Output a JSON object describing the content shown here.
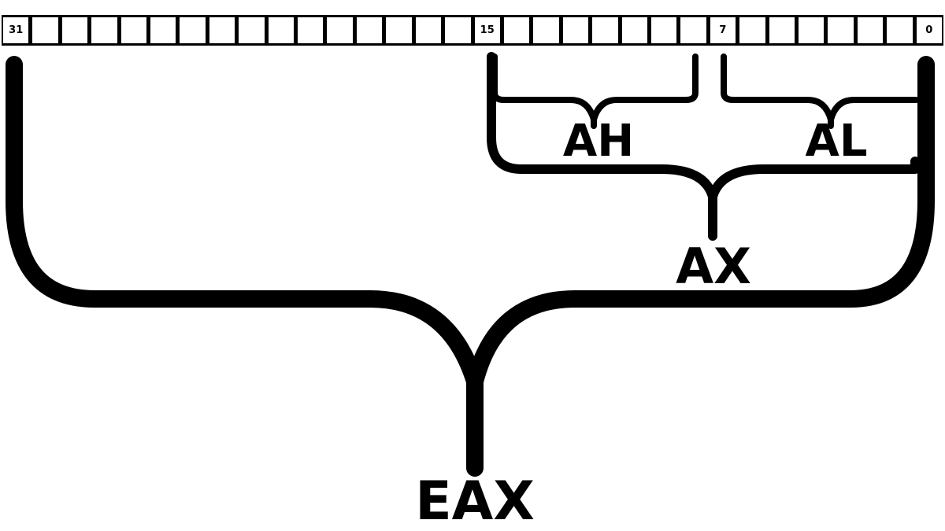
{
  "register": {
    "bit_count": 32,
    "bit_labels": {
      "31": "31",
      "15": "15",
      "7": "7",
      "0": "0"
    }
  },
  "labels": {
    "eax": "EAX",
    "ax": "AX",
    "ah": "AH",
    "al": "AL"
  },
  "colors": {
    "ink": "#000000",
    "background": "#ffffff"
  }
}
